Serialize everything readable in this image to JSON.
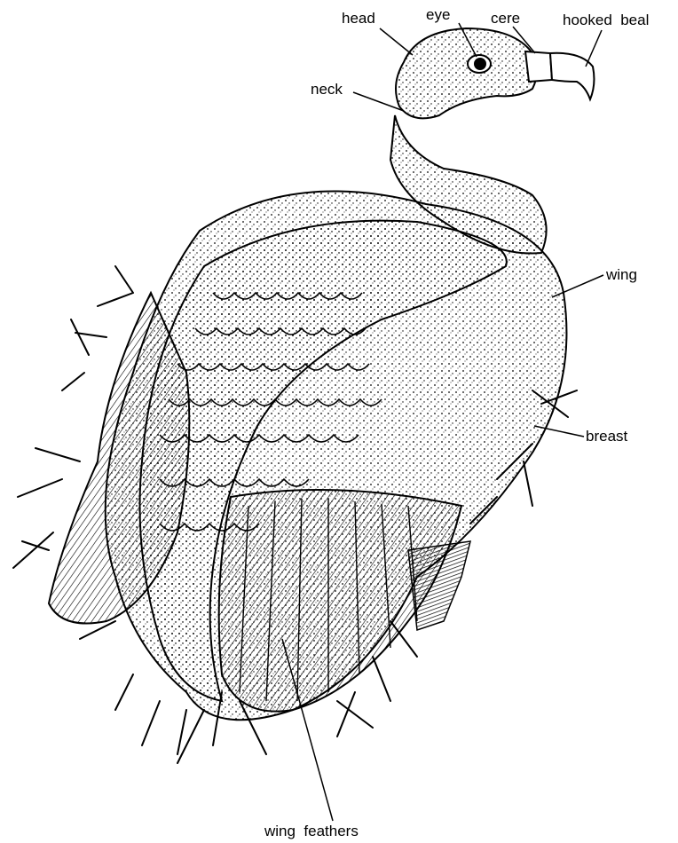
{
  "labels": {
    "head": "head",
    "eye": "eye",
    "cere": "cere",
    "hooked_beak": "hooked  beal",
    "neck": "neck",
    "wing": "wing",
    "breast": "breast",
    "wing_feathers": "wing  feathers"
  },
  "colors": {
    "ink": "#000000",
    "paper": "#ffffff"
  }
}
